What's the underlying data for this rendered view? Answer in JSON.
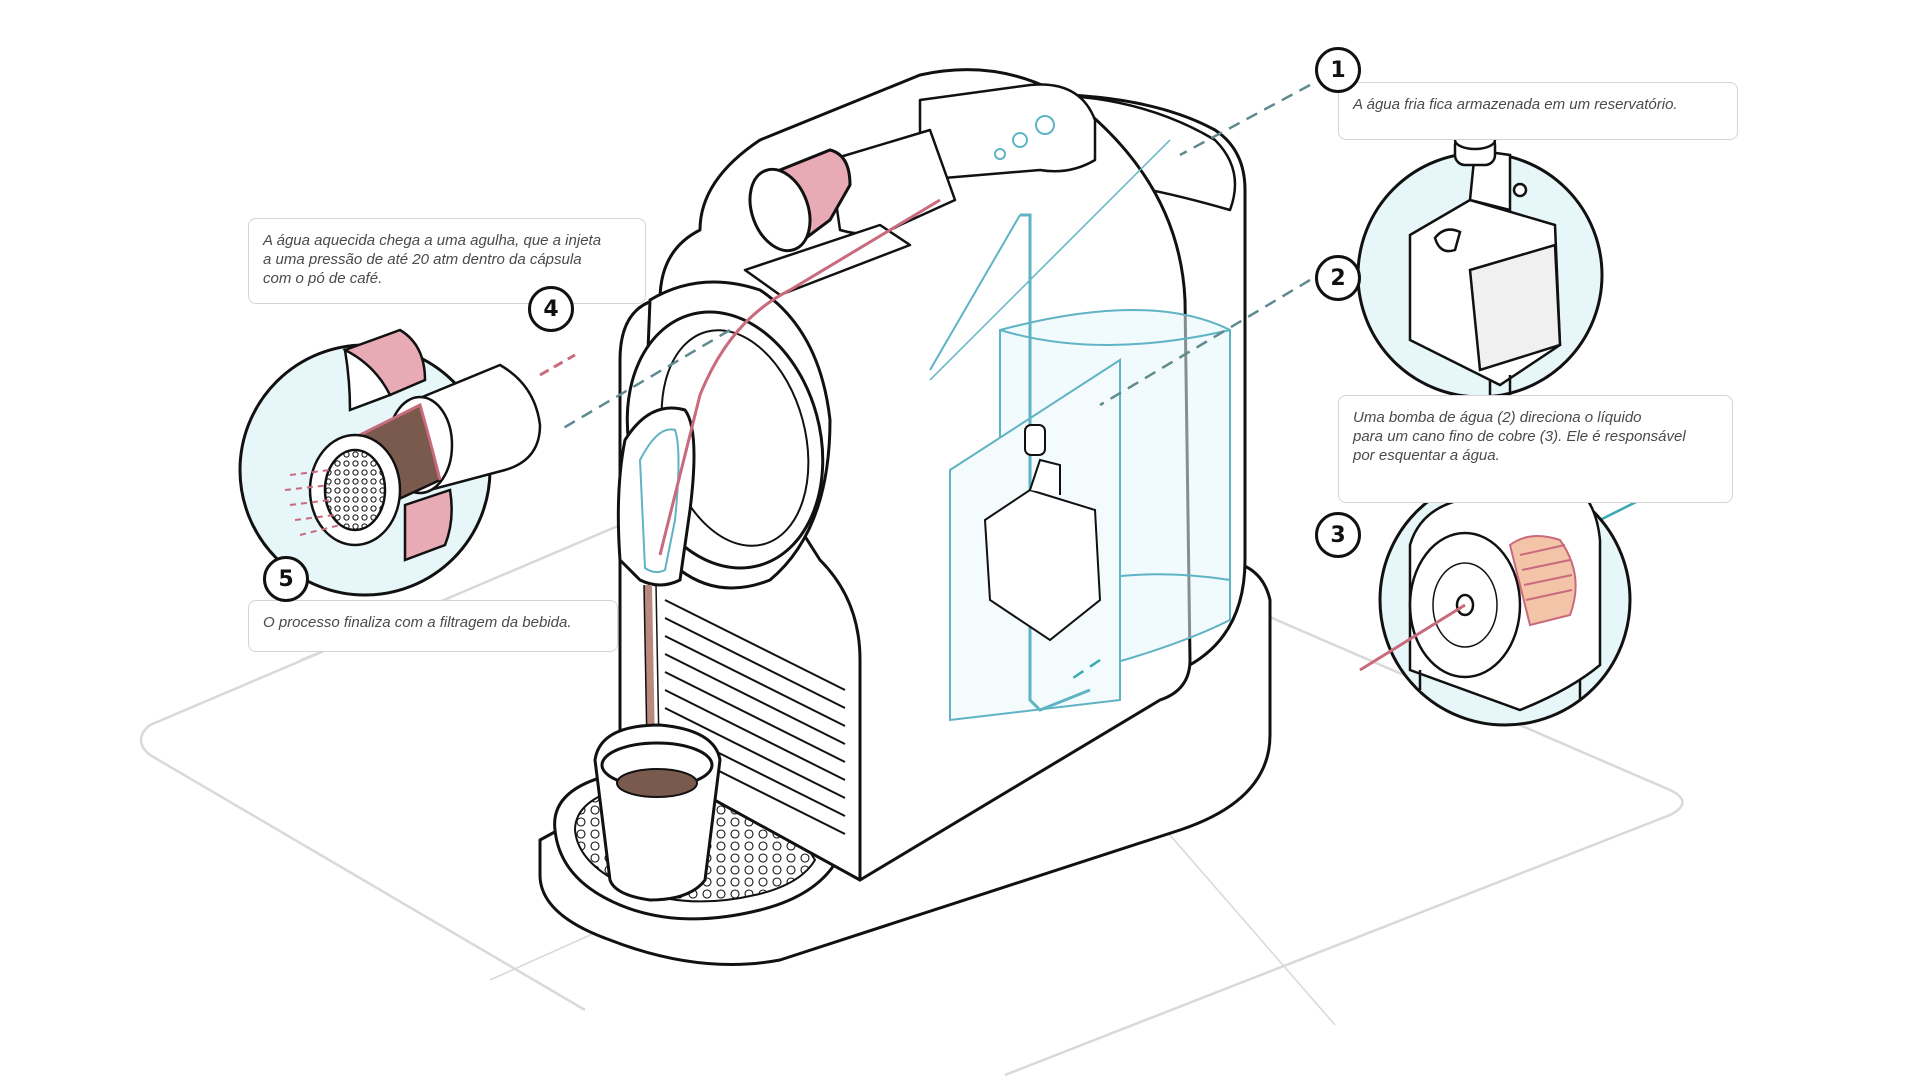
{
  "colors": {
    "outline": "#111111",
    "floor": "#d9d9d9",
    "water": "#5fb3c4",
    "water_fill": "#e6f6f9",
    "hot_line": "#c96a7d",
    "capsule": "#e8aab4",
    "coffee": "#7b5a4e",
    "callout_border": "#d4d4d4",
    "callout_text": "#4a4a4a"
  },
  "callouts": [
    {
      "id": "step-1",
      "number": "1",
      "text": "A água fria fica armazenada em um reservatório."
    },
    {
      "id": "step-2-3",
      "number": "2",
      "text": "Uma bomba de água (2) direciona o líquido\npara um cano fino de cobre (3). Ele é responsável\npor esquentar a água."
    },
    {
      "id": "step-3",
      "number": "3",
      "text": ""
    },
    {
      "id": "step-4",
      "number": "4",
      "text": "A água aquecida chega a uma agulha, que a injeta\na uma pressão de até 20 atm dentro da cápsula\ncom o pó de café."
    },
    {
      "id": "step-5",
      "number": "5",
      "text": "O processo finaliza com a filtragem da bebida."
    }
  ],
  "icons": [
    "espresso-machine-icon",
    "water-pump-icon",
    "heater-coil-icon",
    "capsule-needle-icon",
    "coffee-cup-icon"
  ]
}
